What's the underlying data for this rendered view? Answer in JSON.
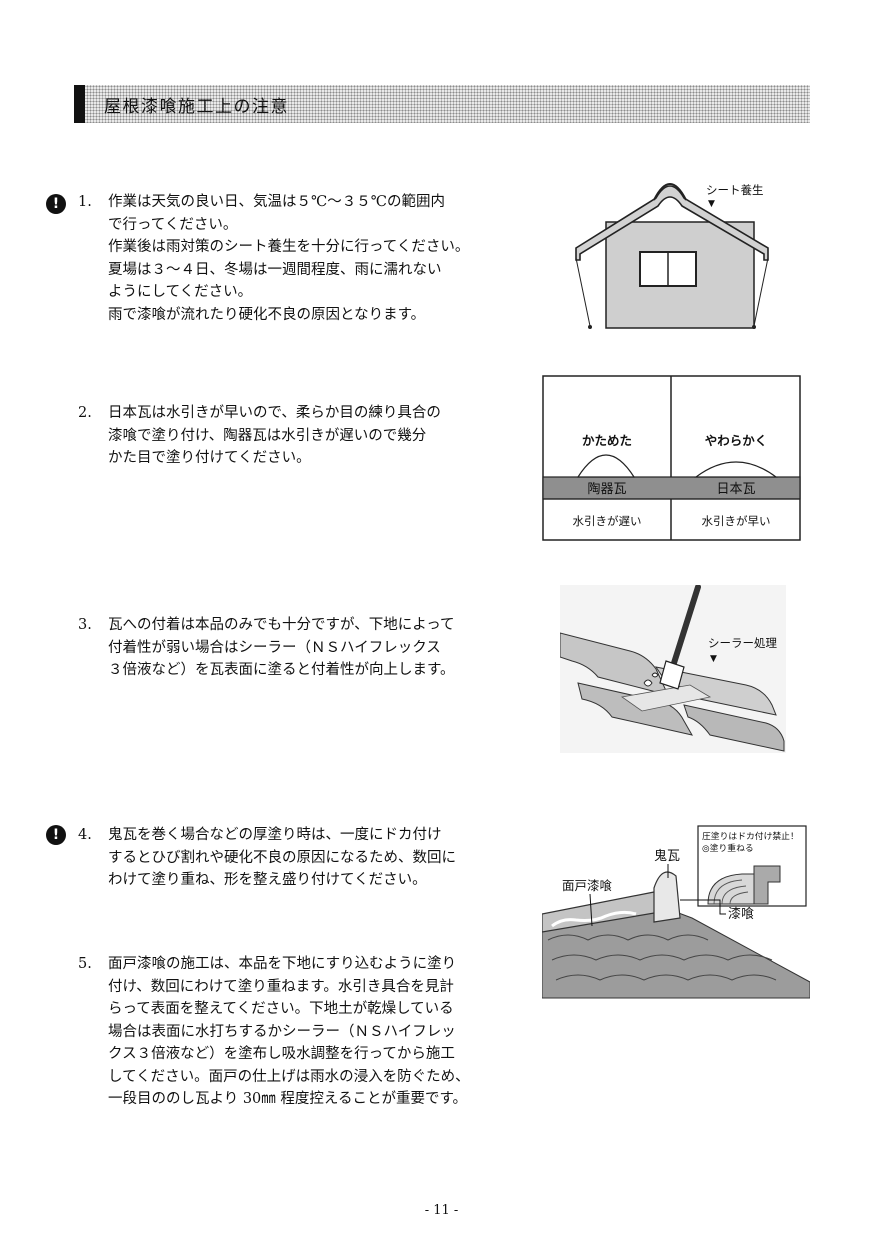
{
  "header": {
    "title": "屋根漆喰施工上の注意"
  },
  "icons": {
    "warning": "exclamation-circle-icon",
    "warning_glyph": "!"
  },
  "items": [
    {
      "number": "1.",
      "warning": true,
      "lines": [
        "作業は天気の良い日、気温は５℃～３５℃の範囲内",
        "で行ってください。",
        "作業後は雨対策のシート養生を十分に行ってください。",
        "夏場は３～４日、冬場は一週間程度、雨に濡れない",
        "ようにしてください。",
        "雨で漆喰が流れたり硬化不良の原因となります。"
      ]
    },
    {
      "number": "2.",
      "warning": false,
      "lines": [
        "日本瓦は水引きが早いので、柔らか目の練り具合の",
        "漆喰で塗り付け、陶器瓦は水引きが遅いので幾分",
        "かた目で塗り付けてください。"
      ]
    },
    {
      "number": "3.",
      "warning": false,
      "lines": [
        "瓦への付着は本品のみでも十分ですが、下地によって",
        "付着性が弱い場合はシーラー（ＮＳハイフレックス",
        "３倍液など）を瓦表面に塗ると付着性が向上します。"
      ]
    },
    {
      "number": "4.",
      "warning": true,
      "lines": [
        "鬼瓦を巻く場合などの厚塗り時は、一度にドカ付け",
        "するとひび割れや硬化不良の原因になるため、数回に",
        "わけて塗り重ね、形を整え盛り付けてください。"
      ]
    },
    {
      "number": "5.",
      "warning": false,
      "lines": [
        "面戸漆喰の施工は、本品を下地にすり込むように塗り",
        "付け、数回にわけて塗り重ねます。水引き具合を見計",
        "らって表面を整えてください。下地土が乾燥している",
        "場合は表面に水打ちするかシーラー（ＮＳハイフレッ",
        "クス３倍液など）を塗布し吸水調整を行ってから施工",
        "してください。面戸の仕上げは雨水の浸入を防ぐため、",
        "一段目ののし瓦より 30㎜ 程度控えることが重要です。"
      ]
    }
  ],
  "figures": {
    "house": {
      "label": "シート養生"
    },
    "comparison": {
      "left": {
        "top": "かためた",
        "tile": "陶器瓦",
        "note": "水引きが遅い"
      },
      "right": {
        "top": "やわらかく",
        "tile": "日本瓦",
        "note": "水引きが早い"
      }
    },
    "sealer": {
      "label": "シーラー処理"
    },
    "onigawara": {
      "box_lines": [
        "圧塗りはドカ付け禁止！",
        "◎塗り重ねる"
      ],
      "label_oni": "鬼瓦",
      "label_mendo": "面戸漆喰",
      "label_shikkui": "漆喰"
    }
  },
  "footer": {
    "page_number": "- 11 -"
  }
}
